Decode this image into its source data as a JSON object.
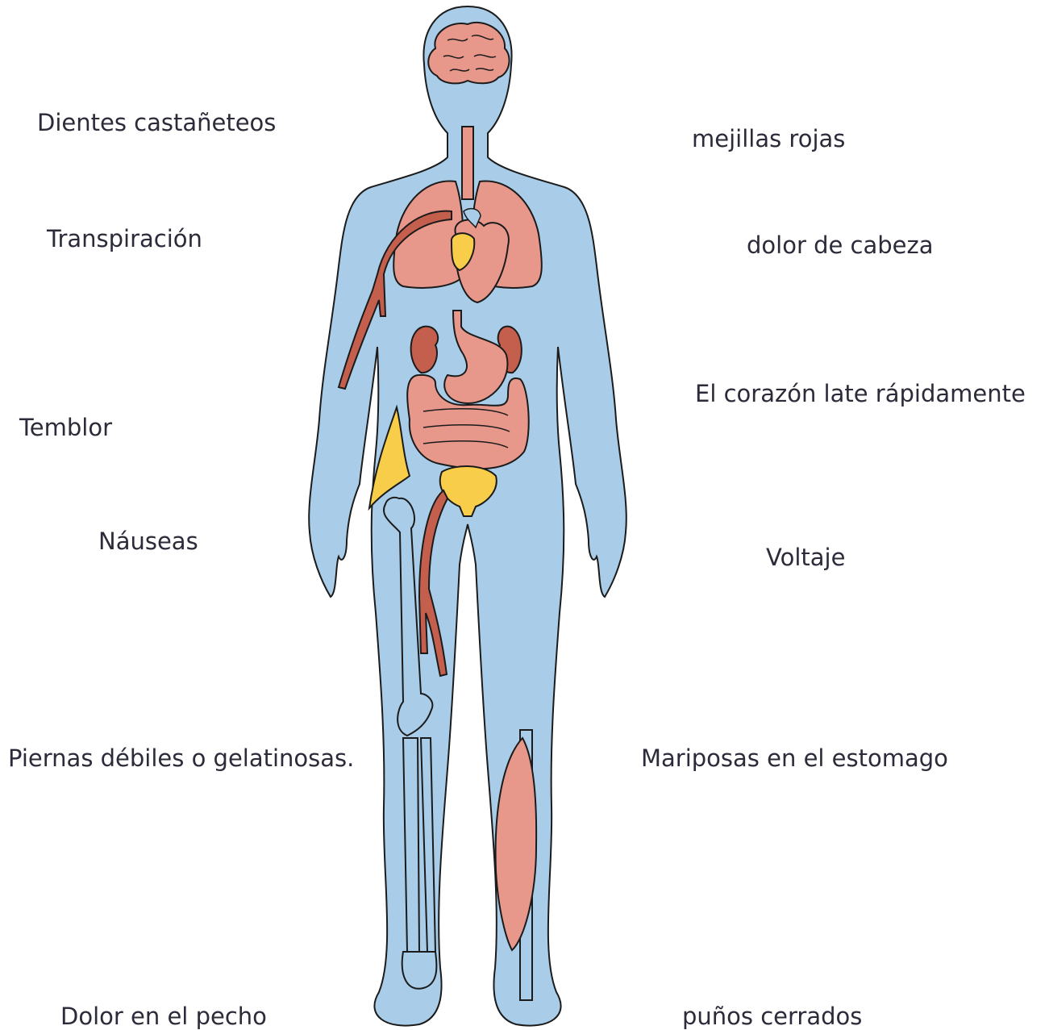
{
  "labels_left": [
    "Dientes castañeteos",
    "Transpiración",
    "Temblor",
    "Náuseas",
    "Piernas débiles o gelatinosas.",
    "Dolor en el pecho"
  ],
  "labels_right": [
    "mejillas rojas",
    "dolor de cabeza",
    "El corazón late rápidamente",
    "Voltaje",
    "Mariposas en el estomago",
    "puños cerrados"
  ],
  "colors": {
    "body": "#a9cde8",
    "organ": "#e8978b",
    "organ_dark": "#c45f4e",
    "yellow": "#f7cd4a",
    "outline": "#1b1b1b"
  }
}
